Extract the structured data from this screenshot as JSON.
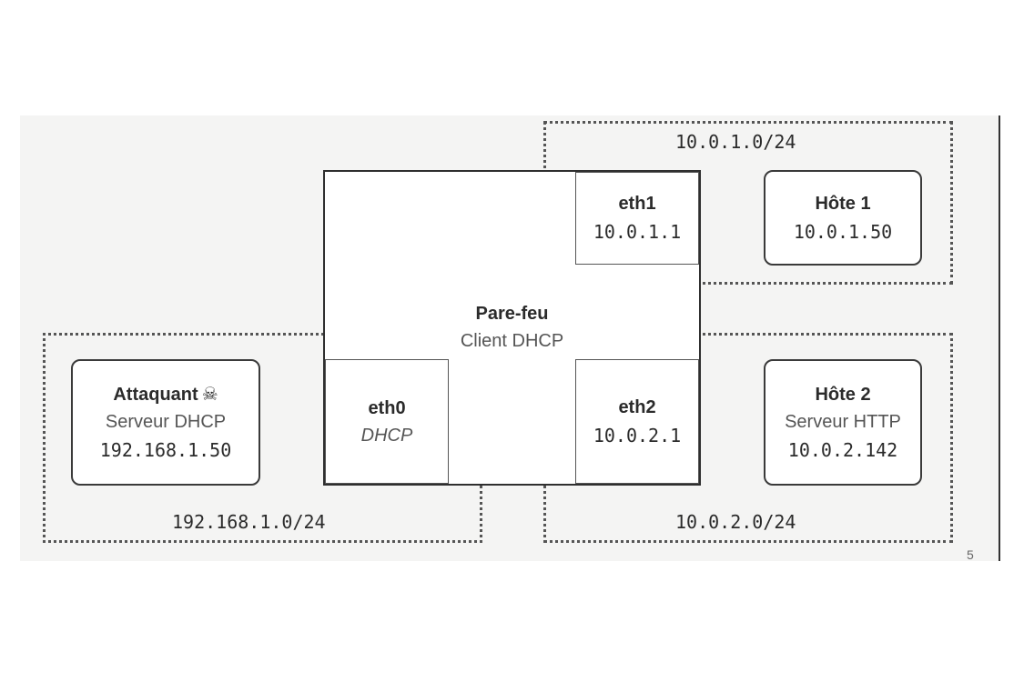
{
  "networks": {
    "lan_attacker": "192.168.1.0/24",
    "net1": "10.0.1.0/24",
    "net2": "10.0.2.0/24"
  },
  "firewall": {
    "name": "Pare-feu",
    "role": "Client DHCP",
    "eth0": {
      "name": "eth0",
      "mode": "DHCP"
    },
    "eth1": {
      "name": "eth1",
      "ip": "10.0.1.1"
    },
    "eth2": {
      "name": "eth2",
      "ip": "10.0.2.1"
    }
  },
  "attacker": {
    "name": "Attaquant",
    "icon": "skull-crossbones-icon",
    "role": "Serveur DHCP",
    "ip": "192.168.1.50"
  },
  "host1": {
    "name": "Hôte 1",
    "ip": "10.0.1.50"
  },
  "host2": {
    "name": "Hôte 2",
    "role": "Serveur HTTP",
    "ip": "10.0.2.142"
  },
  "page_number": "5"
}
